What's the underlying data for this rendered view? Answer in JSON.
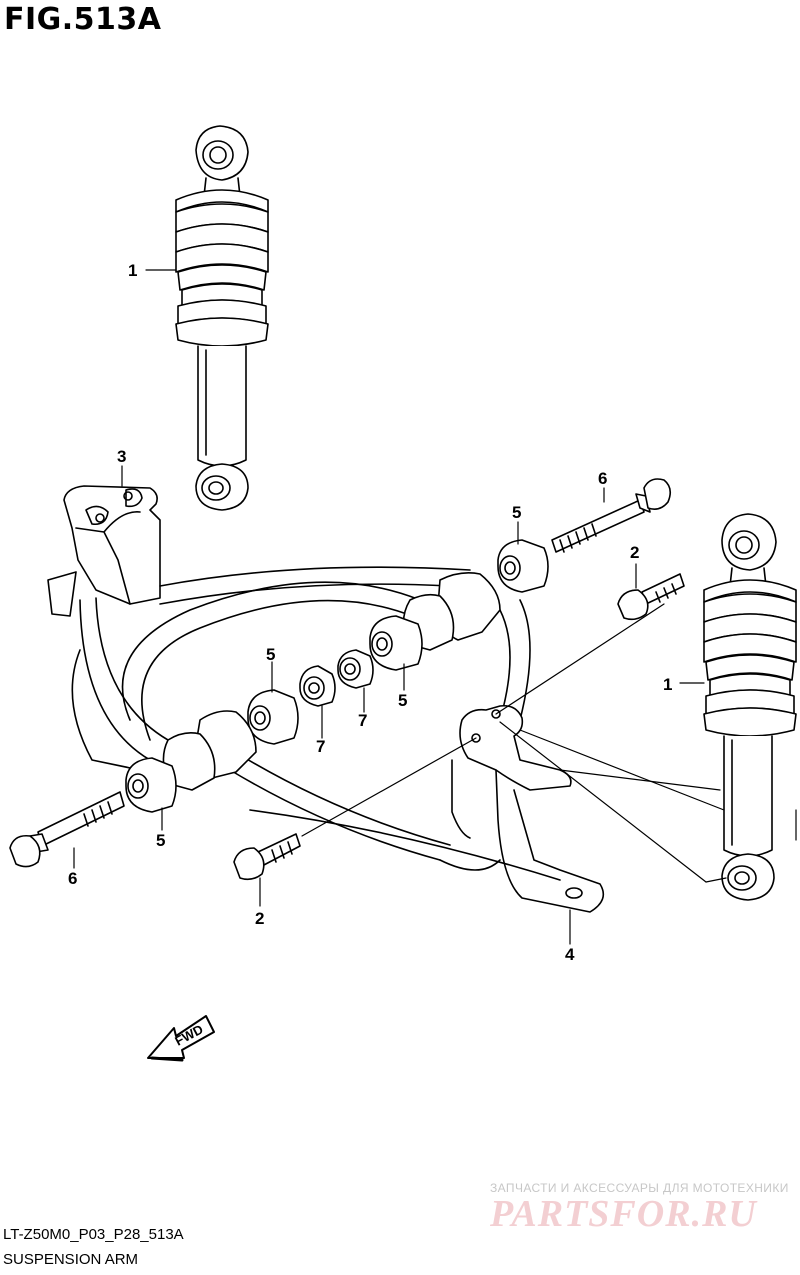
{
  "header": {
    "title": "FIG.513A"
  },
  "diagram": {
    "fwd_label": "FWD",
    "callouts": {
      "shock_upper": "1",
      "shock_right": "1",
      "bolt_small_top": "2",
      "bolt_small_bottom": "2",
      "bracket_left": "3",
      "bracket_right": "4",
      "bushing_right_top": "5",
      "bushing_mid_top": "5",
      "bushing_mid_bottom": "5",
      "bushing_left_bottom": "5",
      "bolt_long_top": "6",
      "bolt_long_left": "6",
      "collar_left": "7",
      "collar_right": "7"
    }
  },
  "watermark": {
    "tagline": "ЗАПЧАСТИ И АКСЕССУАРЫ ДЛЯ МОТОТЕХНИКИ",
    "logo": "PARTSFOR.RU"
  },
  "footer": {
    "code": "LT-Z50M0_P03_P28_513A",
    "caption": "SUSPENSION ARM"
  }
}
